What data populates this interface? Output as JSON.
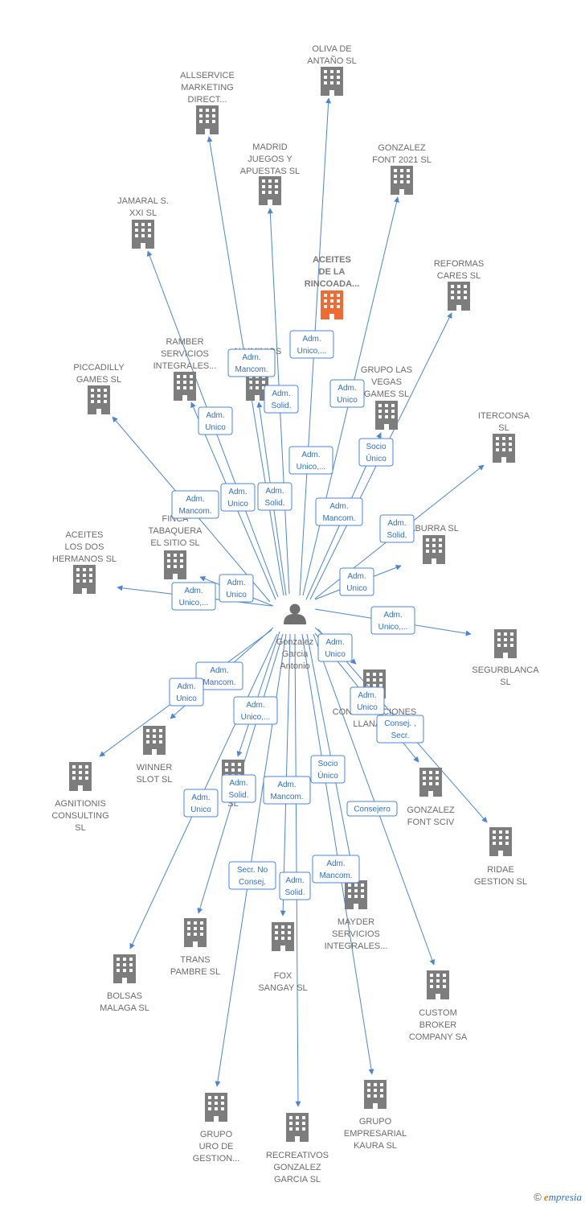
{
  "colors": {
    "edge": "#4a86d4",
    "building": "#7d7d7d",
    "highlight": "#f06a32",
    "label_text": "#2f6fcf",
    "person": "#707070"
  },
  "center": {
    "id": "center",
    "label": [
      "Gonzalez",
      "Garcia",
      "Antonio"
    ]
  },
  "nodes": [
    {
      "id": "oliva",
      "label": [
        "OLIVA DE",
        "ANTAÑO  SL"
      ]
    },
    {
      "id": "allservice",
      "label": [
        "ALLSERVICE",
        "MARKETING",
        "DIRECT..."
      ]
    },
    {
      "id": "madrid",
      "label": [
        "MADRID",
        "JUEGOS Y",
        "APUESTAS  SL"
      ]
    },
    {
      "id": "gfont2021",
      "label": [
        "GONZALEZ",
        "FONT 2021  SL"
      ]
    },
    {
      "id": "jamaral",
      "label": [
        "JAMARAL S.",
        "XXI SL"
      ]
    },
    {
      "id": "aceites_rin",
      "label": [
        "ACEITES",
        "DE LA",
        "RINCOADA..."
      ],
      "highlight": true
    },
    {
      "id": "reformas",
      "label": [
        "REFORMAS",
        "CARES  SL"
      ]
    },
    {
      "id": "ramber",
      "label": [
        "RAMBER",
        "SERVICIOS",
        "INTEGRALES..."
      ]
    },
    {
      "id": "aluminios",
      "label": [
        "ALUMINIOS",
        "SL"
      ]
    },
    {
      "id": "piccadilly",
      "label": [
        "PICCADILLY",
        "GAMES  SL"
      ]
    },
    {
      "id": "vegas",
      "label": [
        "GRUPO LAS",
        "VEGAS",
        "GAMES  SL"
      ]
    },
    {
      "id": "iterconsa",
      "label": [
        "ITERCONSA",
        "SL"
      ]
    },
    {
      "id": "finca",
      "label": [
        "FINCA",
        "TABAQUERA",
        "EL SITIO SL"
      ]
    },
    {
      "id": "aceites_dos",
      "label": [
        "ACEITES",
        "LOS DOS",
        "HERMANOS  SL"
      ]
    },
    {
      "id": "aburra",
      "label": [
        "ABURRA SL"
      ]
    },
    {
      "id": "segurblanca",
      "label": [
        "SEGURBLANCA",
        "SL"
      ]
    },
    {
      "id": "constr",
      "label": [
        "CONSTRUCCIONES",
        "LLANAM..."
      ]
    },
    {
      "id": "winner",
      "label": [
        "WINNER",
        "SLOT  SL"
      ]
    },
    {
      "id": "agnitionis",
      "label": [
        "AGNITIONIS",
        "CONSULTING",
        "SL"
      ]
    },
    {
      "id": "gfontsciv",
      "label": [
        "GONZALEZ",
        "FONT SCIV"
      ]
    },
    {
      "id": "ridae",
      "label": [
        "RIDAE",
        "GESTION SL"
      ]
    },
    {
      "id": "hidden",
      "label": [
        "SL"
      ]
    },
    {
      "id": "mayder",
      "label": [
        "MAYDER",
        "SERVICIOS",
        "INTEGRALES..."
      ]
    },
    {
      "id": "trans",
      "label": [
        "TRANS",
        "PAMBRE  SL"
      ]
    },
    {
      "id": "fox",
      "label": [
        "FOX",
        "SANGAY  SL"
      ]
    },
    {
      "id": "bolsas",
      "label": [
        "BOLSAS",
        "MALAGA SL"
      ]
    },
    {
      "id": "custom",
      "label": [
        "CUSTOM",
        "BROKER",
        "COMPANY SA"
      ]
    },
    {
      "id": "grupo_uro",
      "label": [
        "GRUPO",
        "URO DE",
        "GESTION..."
      ]
    },
    {
      "id": "recreativos",
      "label": [
        "RECREATIVOS",
        "GONZALEZ",
        "GARCIA SL"
      ]
    },
    {
      "id": "kaura",
      "label": [
        "GRUPO",
        "EMPRESARIAL",
        "KAURA  SL"
      ]
    }
  ],
  "edge_labels": [
    {
      "lines": [
        "Adm.",
        "Unico,..."
      ]
    },
    {
      "lines": [
        "Adm.",
        "Mancom."
      ]
    },
    {
      "lines": [
        "Adm.",
        "Solid."
      ]
    },
    {
      "lines": [
        "Adm.",
        "Unico"
      ]
    },
    {
      "lines": [
        "Adm.",
        "Unico"
      ]
    },
    {
      "lines": [
        "Socio",
        "Único"
      ]
    },
    {
      "lines": [
        "Adm.",
        "Unico,..."
      ]
    },
    {
      "lines": [
        "Adm.",
        "Mancom."
      ]
    },
    {
      "lines": [
        "Adm.",
        "Unico"
      ]
    },
    {
      "lines": [
        "Adm.",
        "Solid."
      ]
    },
    {
      "lines": [
        "Adm.",
        "Mancom."
      ]
    },
    {
      "lines": [
        "Adm.",
        "Solid."
      ]
    },
    {
      "lines": [
        "Adm.",
        "Unico"
      ]
    },
    {
      "lines": [
        "Adm.",
        "Unico"
      ]
    },
    {
      "lines": [
        "Adm.",
        "Unico,..."
      ]
    },
    {
      "lines": [
        "Adm.",
        "Unico,..."
      ]
    },
    {
      "lines": [
        "Adm.",
        "Unico"
      ]
    },
    {
      "lines": [
        "Adm.",
        "Mancom."
      ]
    },
    {
      "lines": [
        "Adm.",
        "Unico"
      ]
    },
    {
      "lines": [
        "Adm.",
        "Unico"
      ]
    },
    {
      "lines": [
        "Consej. ,",
        "Secr."
      ]
    },
    {
      "lines": [
        "Adm.",
        "Unico,..."
      ]
    },
    {
      "lines": [
        "Adm.",
        "Solid."
      ]
    },
    {
      "lines": [
        "Adm.",
        "Unico"
      ]
    },
    {
      "lines": [
        "Adm.",
        "Mancom."
      ]
    },
    {
      "lines": [
        "Socio",
        "Único"
      ]
    },
    {
      "lines": [
        "Consejero"
      ]
    },
    {
      "lines": [
        "Secr.  No",
        "Consej."
      ]
    },
    {
      "lines": [
        "Adm.",
        "Solid."
      ]
    },
    {
      "lines": [
        "Adm.",
        "Mancom."
      ]
    },
    {
      "lines": [
        "Adm.",
        "Unico"
      ]
    }
  ],
  "footer": {
    "copyright": "©",
    "brand_first": "e",
    "brand_rest": "mpresia"
  }
}
